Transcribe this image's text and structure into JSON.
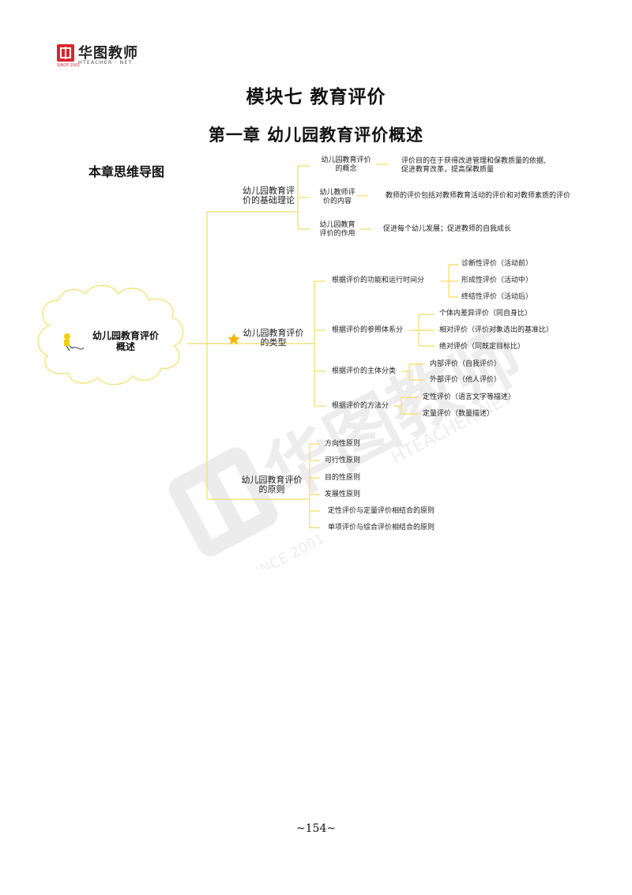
{
  "header": {
    "brand_name": "华图教师",
    "brand_sub": "HTEACHER · NET",
    "brand_since": "SINCE 2001"
  },
  "module_title": "模块七  教育评价",
  "chapter_title": "第一章  幼儿园教育评价概述",
  "section_title": "本章思维导图",
  "watermark": {
    "brand": "华图教师",
    "domain": "HTEACHER.NET",
    "since": "SINCE 2001"
  },
  "mindmap": {
    "root": [
      "幼儿园教育评价",
      "概述"
    ],
    "b1": {
      "label": [
        "幼儿园教育评",
        "价的基础理论"
      ],
      "items": [
        {
          "label": [
            "幼儿园教育评价",
            "的概念"
          ],
          "detail": [
            "评价目的在于获得改进管理和保教质量的依据,",
            "促进教育改革，提高保教质量"
          ]
        },
        {
          "label": [
            "幼儿教师评",
            "价的内容"
          ],
          "detail": [
            "教师的评价包括对教师教育活动的评价和对教师素质的评价"
          ]
        },
        {
          "label": [
            "幼儿园教育",
            "评价的作用"
          ],
          "detail": [
            "促进每个幼儿发展；促进教师的自我成长"
          ]
        }
      ]
    },
    "b2": {
      "label": [
        "幼儿园教育评价",
        "的类型"
      ],
      "items": [
        {
          "label": "根据评价的功能和运行时间分",
          "children": [
            "诊断性评价（活动前）",
            "形成性评价（活动中）",
            "终结性评价（活动后）"
          ]
        },
        {
          "label": "根据评价的参照体系分",
          "children": [
            "个体内差异评价（同自身比）",
            "相对评价（评价对象选出的基准比）",
            "绝对评价（同既定目标比）"
          ]
        },
        {
          "label": "根据评价的主体分类",
          "children": [
            "内部评价（自我评价）",
            "外部评价（他人评价）"
          ]
        },
        {
          "label": "根据评价的方法分",
          "children": [
            "定性评价（语言文字等描述）",
            "定量评价（数量描述）"
          ]
        }
      ]
    },
    "b3": {
      "label": [
        "幼儿园教育评价",
        "的原则"
      ],
      "items": [
        "方向性原则",
        "可行性原则",
        "目的性原则",
        "发展性原则",
        "定性评价与定量评价相结合的原则",
        "单项评价与综合评价相结合的原则"
      ]
    }
  },
  "page_number": "~154~"
}
